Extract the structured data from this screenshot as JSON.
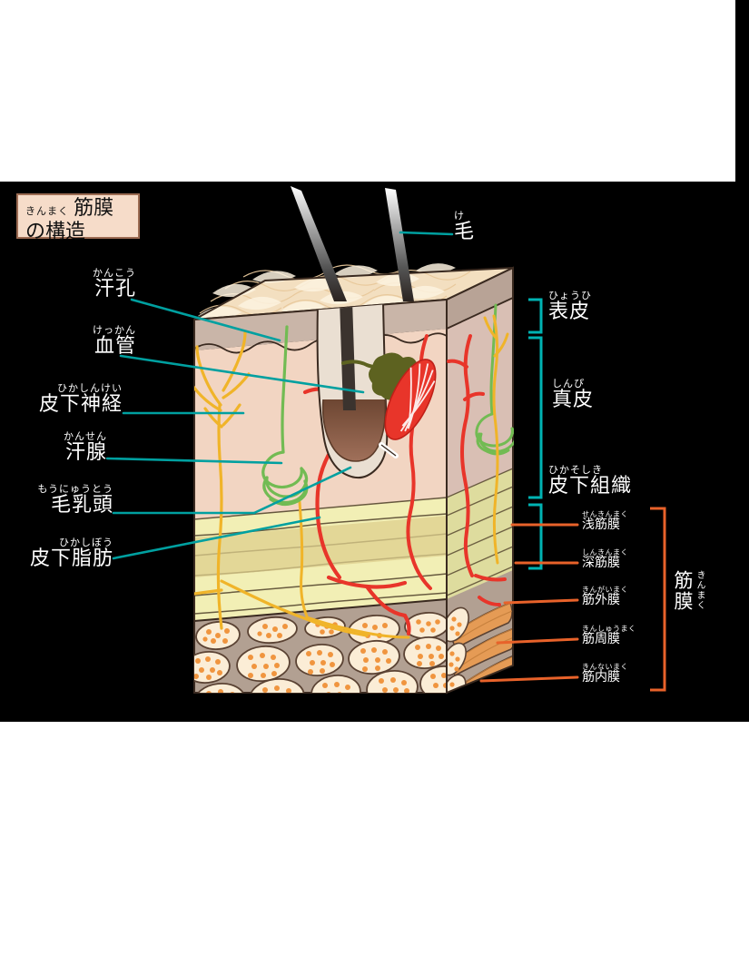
{
  "title": {
    "furigana": "きんまく",
    "text": "筋膜の構造"
  },
  "colors": {
    "title_bg": "#f6dcc9",
    "title_border": "#9c6b52",
    "leader_teal": "#00a0a0",
    "leader_orange": "#e8622a",
    "background": "#000000",
    "epidermis_surface": "#f3dfc0",
    "epidermis": "#c9b5a8",
    "dermis": "#f2d5c2",
    "fat": "#f2efb5",
    "muscle_bg": "#b2a092",
    "muscle_fascicle": "#fbedd6",
    "muscle_dot": "#f0953f",
    "vessel_red": "#e8352a",
    "nerve_yellow": "#f0b429",
    "sweat_green": "#72bb53",
    "hair_follicle": "#8a5a43",
    "sebaceous": "#5d6220"
  },
  "labels_left": [
    {
      "id": "sweat-pore",
      "furigana": "かんこう",
      "text": "汗孔"
    },
    {
      "id": "blood-vessel",
      "furigana": "けっかん",
      "text": "血管"
    },
    {
      "id": "subcut-nerve",
      "furigana": "ひかしんけい",
      "text": "皮下神経"
    },
    {
      "id": "sweat-gland",
      "furigana": "かんせん",
      "text": "汗腺"
    },
    {
      "id": "hair-papilla",
      "furigana": "もうにゅうとう",
      "text": "毛乳頭"
    },
    {
      "id": "subcut-fat",
      "furigana": "ひかしぼう",
      "text": "皮下脂肪"
    }
  ],
  "label_hair": {
    "id": "hair",
    "furigana": "け",
    "text": "毛"
  },
  "labels_right_layers": [
    {
      "id": "epidermis",
      "furigana": "ひょうひ",
      "text": "表皮"
    },
    {
      "id": "dermis",
      "furigana": "しんぴ",
      "text": "真皮"
    },
    {
      "id": "subcutaneous",
      "furigana": "ひかそしき",
      "text": "皮下組織"
    }
  ],
  "labels_fascia": [
    {
      "id": "superficial-fascia",
      "furigana": "せんきんまく",
      "text": "浅筋膜"
    },
    {
      "id": "deep-fascia",
      "furigana": "しんきんまく",
      "text": "深筋膜"
    },
    {
      "id": "epimysium",
      "furigana": "きんがいまく",
      "text": "筋外膜"
    },
    {
      "id": "perimysium",
      "furigana": "きんしゅうまく",
      "text": "筋周膜"
    },
    {
      "id": "endomysium",
      "furigana": "きんないまく",
      "text": "筋内膜"
    }
  ],
  "label_fascia_group": {
    "id": "fascia-group",
    "furigana": "きんまく",
    "text": "筋膜"
  }
}
